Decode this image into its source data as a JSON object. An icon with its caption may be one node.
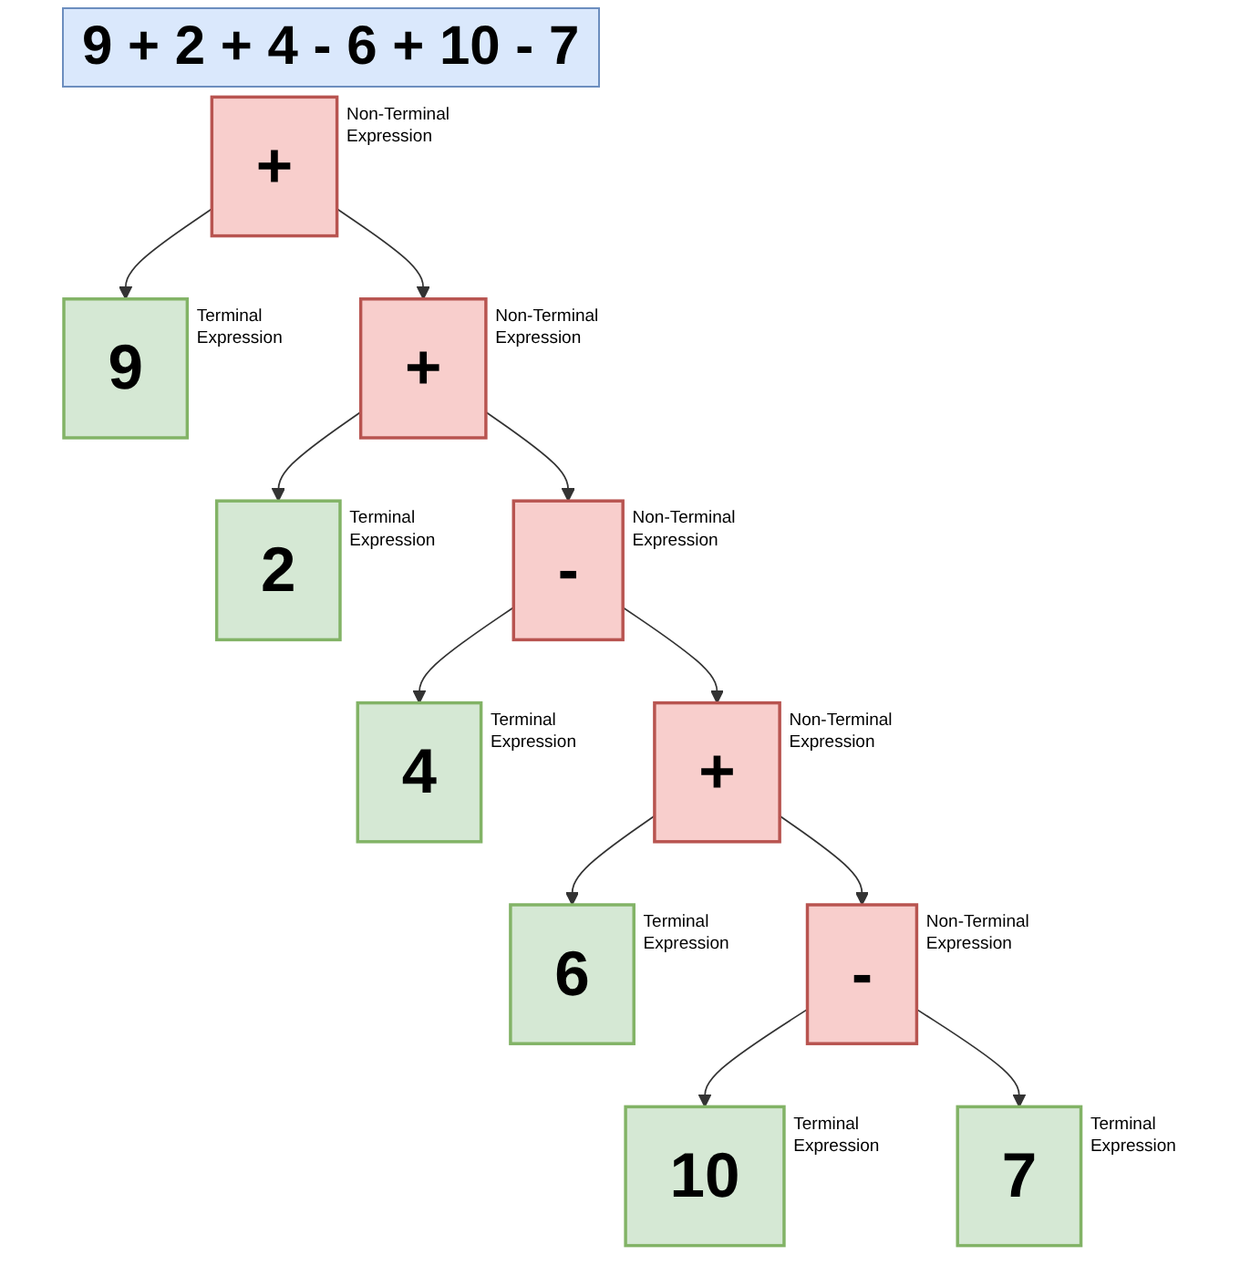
{
  "diagram": {
    "title": "9 + 2 + 4 - 6 + 10 - 7",
    "nodes": [
      {
        "text": [
          "+"
        ],
        "beside": [
          "Non-Terminal Expression"
        ]
      },
      {
        "text": [
          "9"
        ],
        "beside": [
          "Terminal Expression"
        ]
      },
      {
        "text": [
          "+"
        ],
        "beside": [
          "Non-Terminal Expression"
        ]
      },
      {
        "text": [
          "2"
        ],
        "beside": [
          "Terminal Expression"
        ]
      },
      {
        "text": [
          "-"
        ],
        "beside": [
          "Non-Terminal Expression"
        ]
      },
      {
        "text": [
          "4"
        ],
        "beside": [
          "Terminal Expression"
        ]
      },
      {
        "text": [
          "+"
        ],
        "beside": [
          "Non-Terminal Expression"
        ]
      },
      {
        "text": [
          "6"
        ],
        "beside": [
          "Terminal Expression"
        ]
      },
      {
        "text": [
          "-"
        ],
        "beside": [
          "Non-Terminal Expression"
        ]
      },
      {
        "text": [
          "10"
        ],
        "beside": [
          "Terminal Expression"
        ]
      },
      {
        "text": [
          "7"
        ],
        "beside": [
          "Terminal Expression"
        ]
      }
    ],
    "edges": [
      {
        "from": 0,
        "to": 1,
        "arrow": "to"
      },
      {
        "from": 0,
        "to": 2,
        "arrow": "to"
      },
      {
        "from": 2,
        "to": 3,
        "arrow": "to"
      },
      {
        "from": 2,
        "to": 4,
        "arrow": "to"
      },
      {
        "from": 4,
        "to": 5,
        "arrow": "to"
      },
      {
        "from": 4,
        "to": 6,
        "arrow": "to"
      },
      {
        "from": 6,
        "to": 7,
        "arrow": "to"
      },
      {
        "from": 6,
        "to": 8,
        "arrow": "to"
      },
      {
        "from": 8,
        "to": 9,
        "arrow": "to"
      },
      {
        "from": 8,
        "to": 10,
        "arrow": "to"
      }
    ]
  }
}
